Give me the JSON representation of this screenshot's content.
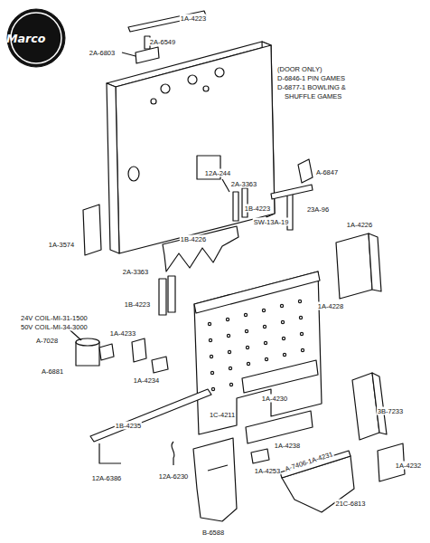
{
  "diagram": {
    "nodes": [
      {
        "text": [
          "Marco"
        ]
      }
    ],
    "edges": [],
    "labels": [
      "1A-4223",
      "2A-6549",
      "2A-6803",
      "(DOOR ONLY)",
      "D-6846-1 PIN GAMES",
      "D-6877-1 BOWLING &",
      "SHUFFLE GAMES",
      "A-6847",
      "12A-244",
      "2A-3363",
      "1B-4223",
      "SW-13A-19",
      "23A-96",
      "1A-3574",
      "1B-4226",
      "1A-4226",
      "2A-3363",
      "1B-4223",
      "1A-4228",
      "24V COIL-MI-31-1500",
      "50V COIL-MI-34-3000",
      "A-7028",
      "1A-4233",
      "1A-4234",
      "A-6881",
      "1B-4235",
      "1C-4211",
      "1A-4230",
      "3B-7233",
      "1A-4238",
      "A-7406-1A-4231",
      "1A-4232",
      "1A-4253",
      "12A-6386",
      "12A-6230",
      "21C-6813",
      "B-6588"
    ]
  }
}
